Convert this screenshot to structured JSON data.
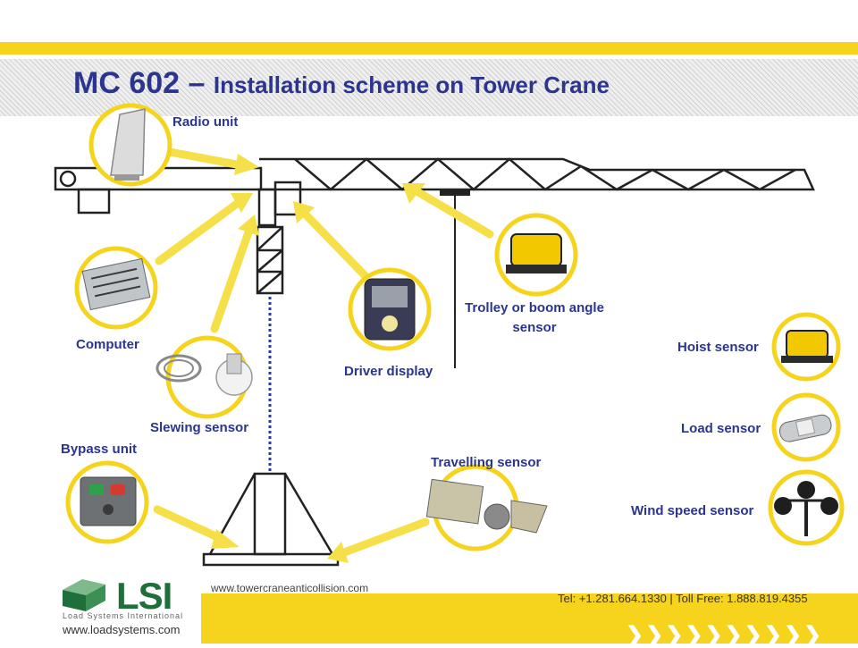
{
  "title": {
    "main": "MC 602 – ",
    "sub": "Installation scheme on Tower Crane"
  },
  "labels": {
    "radio_unit": "Radio unit",
    "computer": "Computer",
    "slewing_sensor": "Slewing sensor",
    "bypass_unit": "Bypass unit",
    "driver_display": "Driver display",
    "trolley_sensor_line1": "Trolley or boom angle",
    "trolley_sensor_line2": "sensor",
    "travelling_sensor": "Travelling sensor",
    "hoist_sensor": "Hoist sensor",
    "load_sensor": "Load sensor",
    "wind_speed_sensor": "Wind speed sensor"
  },
  "footer": {
    "logo_text": "LSI",
    "logo_subtext": "Load Systems International",
    "logo_url": "www.loadsystems.com",
    "website": "www.towercraneanticollision.com",
    "contact": "Tel: +1.281.664.1330 | Toll Free: 1.888.819.4355"
  },
  "colors": {
    "accent": "#f6d31c",
    "title": "#2b3590",
    "arrow": "#f5e04a",
    "brand": "#1f6f3a"
  }
}
